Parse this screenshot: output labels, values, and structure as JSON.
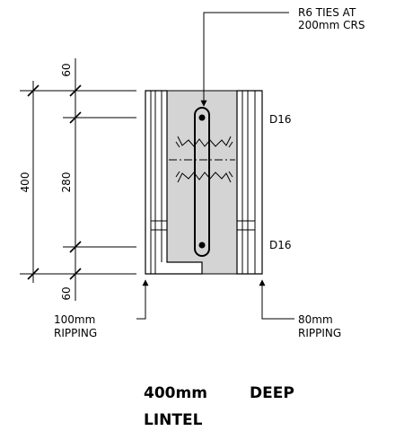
{
  "dimensions": {
    "overall": "400",
    "top_cover": "60",
    "middle": "280",
    "bottom_cover": "60"
  },
  "annotations": {
    "ties_line1": "R6  TIES  AT",
    "ties_line2": "200mm  CRS",
    "top_bar": "D16",
    "bottom_bar": "D16",
    "left_ripping_size": "100mm",
    "left_ripping_label": "RIPPING",
    "right_ripping_size": "80mm",
    "right_ripping_label": "RIPPING"
  },
  "title": {
    "line1_a": "400mm",
    "line1_b": "DEEP",
    "line2": "LINTEL"
  }
}
